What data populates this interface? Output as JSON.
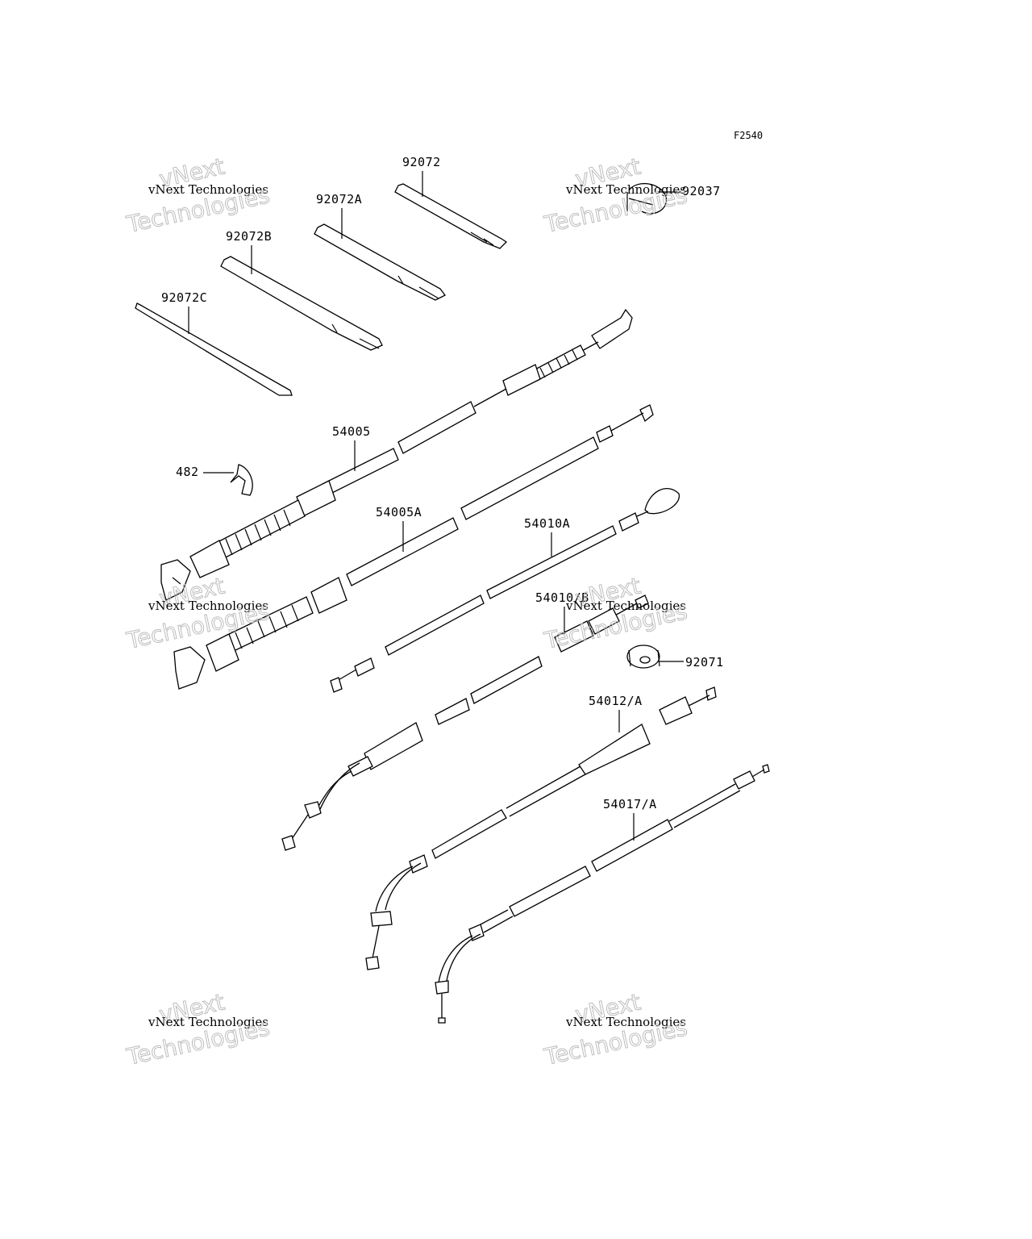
{
  "figure_code": "F2540",
  "watermark": {
    "line1": "vNext Technologies",
    "big1": "vNext",
    "big2": "Technologies"
  },
  "callouts": [
    {
      "id": "92072",
      "label": "92072"
    },
    {
      "id": "92072A",
      "label": "92072A"
    },
    {
      "id": "92072B",
      "label": "92072B"
    },
    {
      "id": "92072C",
      "label": "92072C"
    },
    {
      "id": "92037",
      "label": "92037"
    },
    {
      "id": "54005",
      "label": "54005"
    },
    {
      "id": "482",
      "label": "482"
    },
    {
      "id": "54005A",
      "label": "54005A"
    },
    {
      "id": "54010A",
      "label": "54010A"
    },
    {
      "id": "54010B",
      "label": "54010/B"
    },
    {
      "id": "92071",
      "label": "92071"
    },
    {
      "id": "54012A",
      "label": "54012/A"
    },
    {
      "id": "54017A",
      "label": "54017/A"
    }
  ]
}
